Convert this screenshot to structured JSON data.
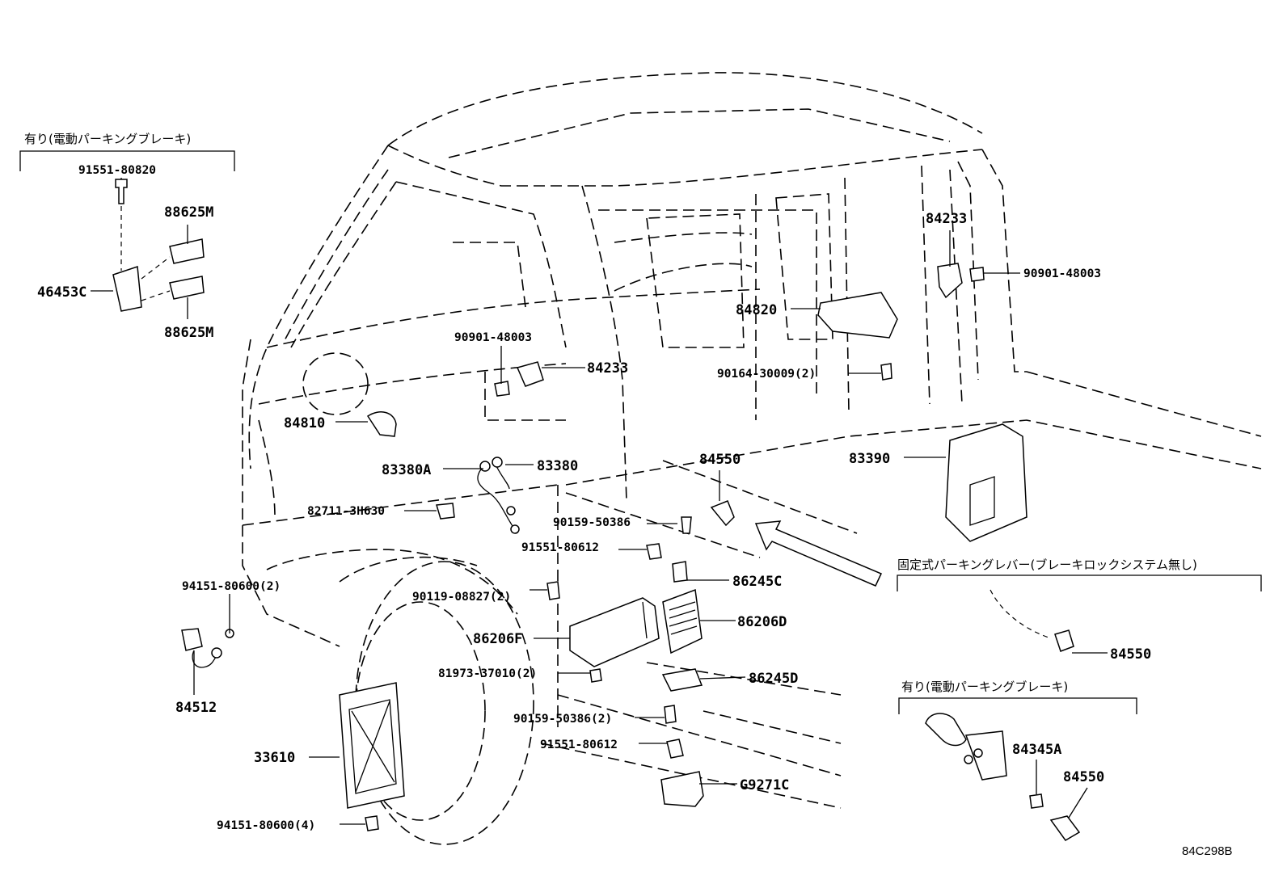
{
  "diagram_id": "84C298B",
  "groups": {
    "epb_top_left": "有り(電動パーキングブレーキ)",
    "fixed_lever": "固定式パーキングレバー(ブレーキロックシステム無し)",
    "epb_bottom_right": "有り(電動パーキングブレーキ)"
  },
  "labels": {
    "p91551_80820": "91551-80820",
    "p88625M_a": "88625M",
    "p46453C": "46453C",
    "p88625M_b": "88625M",
    "p90901_48003_a": "90901-48003",
    "p84233_a": "84233",
    "p84810": "84810",
    "p83380A": "83380A",
    "p83380": "83380",
    "p82711_3H630": "82711-3H630",
    "p94151_80600_2": "94151-80600(2)",
    "p84512": "84512",
    "p90159_50386_a": "90159-50386",
    "p91551_80612_a": "91551-80612",
    "p90119_08827": "90119-08827(2)",
    "p86206F": "86206F",
    "p81973_37010": "81973-37010(2)",
    "p90159_50386_2": "90159-50386(2)",
    "p91551_80612_b": "91551-80612",
    "p33610": "33610",
    "p94151_80600_4": "94151-80600(4)",
    "p84550_a": "84550",
    "p86245C": "86245C",
    "p86206D": "86206D",
    "p86245D": "86245D",
    "pG9271C": "G9271C",
    "p84233_b": "84233",
    "p90901_48003_b": "90901-48003",
    "p84820": "84820",
    "p90164_30009": "90164-30009(2)",
    "p83390": "83390",
    "p84550_b": "84550",
    "p84345A": "84345A",
    "p84550_c": "84550"
  }
}
